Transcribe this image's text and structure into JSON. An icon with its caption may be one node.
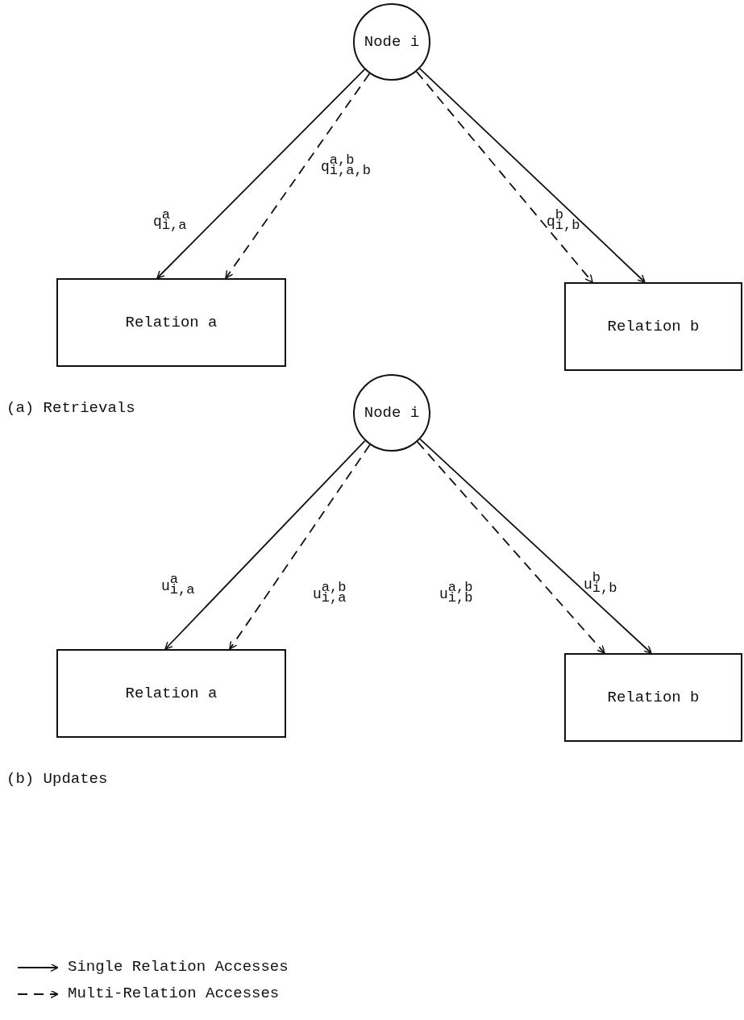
{
  "diagram": {
    "nodes": [
      {
        "text": [
          "Node i"
        ]
      },
      {
        "text": [
          "Relation a"
        ]
      },
      {
        "text": [
          "Relation b"
        ]
      },
      {
        "text": [
          "Node i"
        ]
      },
      {
        "text": [
          "Relation a"
        ]
      },
      {
        "text": [
          "Relation b"
        ]
      }
    ],
    "edges": [
      {
        "from": 0,
        "to": 1,
        "arrow": "to",
        "label": "q$^{a}$$_{i,a}$"
      },
      {
        "from": 0,
        "to": 1,
        "arrow": "to",
        "style": "dashed",
        "label": "q$^{a,b}$$_{i,a,b}$"
      },
      {
        "from": 0,
        "to": 2,
        "arrow": "to",
        "style": "dashed"
      },
      {
        "from": 0,
        "to": 2,
        "arrow": "to",
        "label": "q$^{b}$$_{i,b}$"
      },
      {
        "from": 3,
        "to": 4,
        "arrow": "to",
        "label": "u$^{a}$$_{i,a}$"
      },
      {
        "from": 3,
        "to": 4,
        "arrow": "to",
        "style": "dashed",
        "label": "u$^{a,b}$$_{i,a}$"
      },
      {
        "from": 3,
        "to": 5,
        "arrow": "to",
        "style": "dashed",
        "label": "u$^{a,b}$$_{i,b}$"
      },
      {
        "from": 3,
        "to": 5,
        "arrow": "to",
        "label": "u$^{b}$$_{i,b}$"
      }
    ],
    "labels": [
      "(a) Retrievals",
      "(b) Updates"
    ],
    "legend": [
      {
        "text": "Single Relation Accesses"
      },
      {
        "text": "Multi-Relation Accesses"
      }
    ]
  }
}
